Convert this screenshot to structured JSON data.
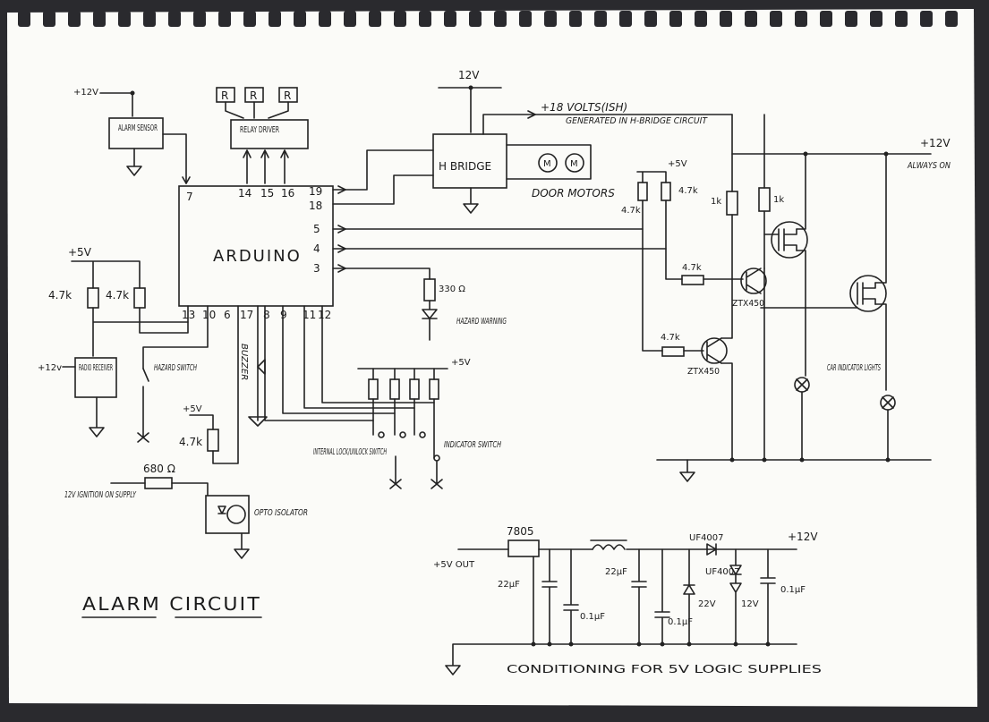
{
  "title": "ALARM CIRCUIT",
  "power_caption": "CONDITIONING FOR 5V LOGIC SUPPLIES",
  "main": {
    "arduino": "ARDUINO",
    "pins_top": [
      "7",
      "14",
      "15",
      "16",
      "19",
      "18"
    ],
    "pins_right": [
      "5",
      "4",
      "3"
    ],
    "pins_bottom": [
      "13",
      "10",
      "6",
      "17",
      "8",
      "9",
      "11",
      "12"
    ]
  },
  "blocks": {
    "alarm_sensor": "ALARM SENSOR",
    "relay_driver": "RELAY DRIVER",
    "relay": "R",
    "h_bridge": "H BRIDGE",
    "motor": "M",
    "radio_receiver": "RADIO RECEIVER",
    "opto_isolator": "OPTO ISOLATOR"
  },
  "labels": {
    "plus12v": "+12V",
    "v12": "12V",
    "plus5v": "+5V",
    "plus12v_lc": "+12v",
    "h_bridge_supply": "+18 VOLTS(ISH)",
    "h_bridge_note": "GENERATED IN H-BRIDGE CIRCUIT",
    "door_motors": "DOOR MOTORS",
    "always_on": "ALWAYS ON",
    "hazard_switch": "HAZARD SWITCH",
    "buzzer": "BUZZER",
    "hazard_warning": "HAZARD WARNING",
    "r_330": "330 Ω",
    "r_680": "680 Ω",
    "ignition": "12V IGNITION ON SUPPLY",
    "internal_switch": "INTERNAL LOCK/UNLOCK SWITCH",
    "indicator_switch": "INDICATOR SWITCH",
    "car_lights": "CAR INDICATOR LIGHTS",
    "r_4k7": "4.7k",
    "r_1k": "1k",
    "ztx": "ZTX450"
  },
  "power": {
    "reg": "7805",
    "out": "+5V OUT",
    "in": "+12V",
    "c22": "22µF",
    "c01": "0.1µF",
    "diode": "UF4007",
    "z22": "22V",
    "z12": "12V"
  }
}
